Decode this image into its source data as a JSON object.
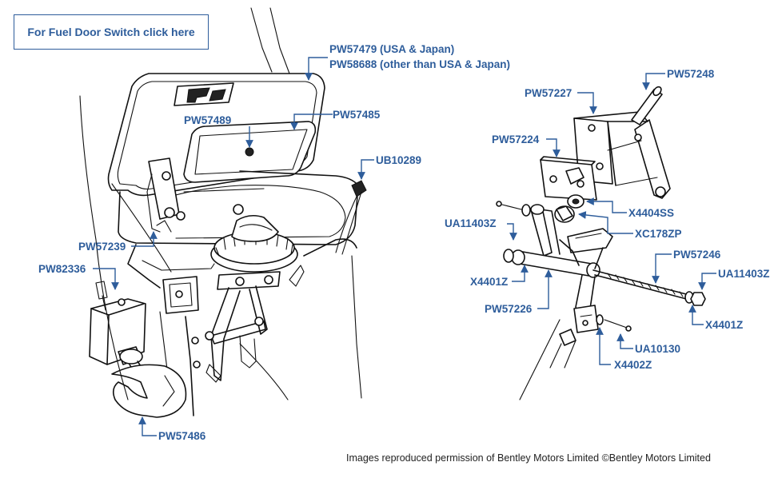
{
  "header": {
    "fuel_door_link": "For Fuel Door Switch click here"
  },
  "parts": {
    "pw57479": "PW57479 (USA & Japan)",
    "pw58688": "PW58688 (other than USA & Japan)",
    "pw57489": "PW57489",
    "pw57485": "PW57485",
    "ub10289": "UB10289",
    "pw57239": "PW57239",
    "pw82336": "PW82336",
    "pw57486": "PW57486",
    "pw57227": "PW57227",
    "pw57248": "PW57248",
    "pw57224": "PW57224",
    "x4404ss": "X4404SS",
    "ua11403z_left": "UA11403Z",
    "xc178zp": "XC178ZP",
    "pw57246": "PW57246",
    "ua11403z_right": "UA11403Z",
    "x4401z_left": "X4401Z",
    "x4401z_right": "X4401Z",
    "pw57226": "PW57226",
    "ua10130": "UA10130",
    "x4402z": "X4402Z"
  },
  "footer": {
    "credit": "Images reproduced permission of Bentley Motors Limited ©Bentley Motors Limited"
  },
  "colors": {
    "label": "#2e5d9b",
    "line": "#111111",
    "background": "#ffffff"
  }
}
